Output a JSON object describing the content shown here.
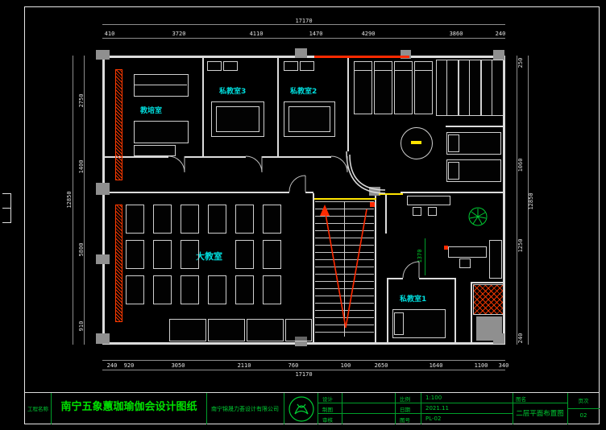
{
  "colors": {
    "background": "#000000",
    "walls": "#dcdcdc",
    "dimension_text": "#e0e0e0",
    "room_label": "#00dede",
    "accent_red": "#ff2a00",
    "accent_yellow": "#ffe400",
    "title_green": "#00cc33",
    "column_gray": "#8f8f8f"
  },
  "dims": {
    "top_total": "17170",
    "top": [
      "410",
      "3720",
      "4110",
      "1470",
      "4290",
      "3860",
      "240"
    ],
    "bottom": [
      "240",
      "920",
      "3050",
      "2110",
      "760",
      "100",
      "2650",
      "1640",
      "1100",
      "340"
    ],
    "bottom_total": "17170",
    "left": [
      "2750",
      "1400",
      "5800",
      "910"
    ],
    "left_total": "12850",
    "right": [
      "250",
      "1060",
      "1250",
      "240"
    ],
    "right_total": "12850",
    "interior_green": "1370"
  },
  "rooms": {
    "training": "教培室",
    "private3": "私教室3",
    "private2": "私教室2",
    "big": "大教室",
    "private1": "私教室1"
  },
  "title_block": {
    "project_label": "工程名称",
    "project_name": "南宁五象蕙珈瑜伽会设计图纸",
    "company": "南宁锦晟力荟设计有限公司",
    "sign_rows": [
      [
        "设计",
        ""
      ],
      [
        "制图",
        ""
      ],
      [
        "审核",
        ""
      ]
    ],
    "info_rows": [
      [
        "比例",
        "1:100"
      ],
      [
        "日期",
        "2021.11"
      ],
      [
        "图号",
        "PL-02"
      ]
    ],
    "drawing_title_label": "图名",
    "drawing_title": "二层平面布置图",
    "page_label": "页次",
    "page_value": "02"
  }
}
